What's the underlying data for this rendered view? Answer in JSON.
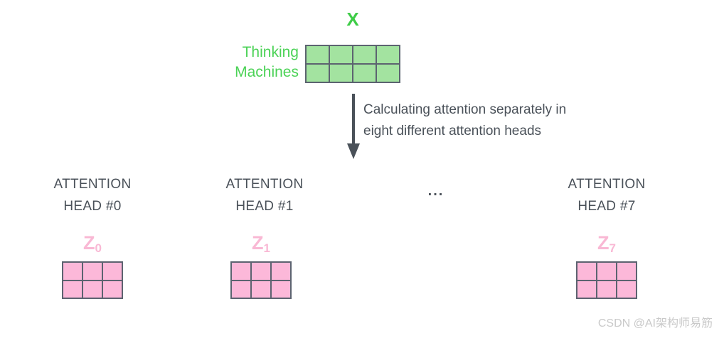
{
  "diagram": {
    "title": "X",
    "title_color": "#3ecc47",
    "input": {
      "word_labels": [
        "Thinking",
        "Machines"
      ],
      "label_color": "#4bd256",
      "matrix": {
        "name": "X",
        "rows": 2,
        "columns": 4,
        "fill_color": "#a3e3a0",
        "border_color": "#5c6370"
      }
    },
    "arrow": {
      "icon": "down-arrow-icon",
      "color": "#4a5159",
      "caption_lines": [
        "Calculating attention separately in",
        "eight different attention heads"
      ]
    },
    "heads_ellipsis": "...",
    "heads": [
      {
        "id": "0",
        "title_lines": [
          "ATTENTION",
          "HEAD #0"
        ],
        "output_label": "Z",
        "output_subscript": "0",
        "matrix": {
          "rows": 2,
          "columns": 3,
          "fill_color": "#fcb8d9",
          "border_color": "#5c6370"
        }
      },
      {
        "id": "1",
        "title_lines": [
          "ATTENTION",
          "HEAD #1"
        ],
        "output_label": "Z",
        "output_subscript": "1",
        "matrix": {
          "rows": 2,
          "columns": 3,
          "fill_color": "#fcb8d9",
          "border_color": "#5c6370"
        }
      },
      {
        "id": "7",
        "title_lines": [
          "ATTENTION",
          "HEAD #7"
        ],
        "output_label": "Z",
        "output_subscript": "7",
        "matrix": {
          "rows": 2,
          "columns": 3,
          "fill_color": "#fcb8d9",
          "border_color": "#5c6370"
        }
      }
    ],
    "text_color": "#4a5159",
    "z_label_color": "#f9b8d4"
  },
  "watermark": {
    "text": "CSDN @AI架构师易筋",
    "color": "#c9c9c9"
  }
}
